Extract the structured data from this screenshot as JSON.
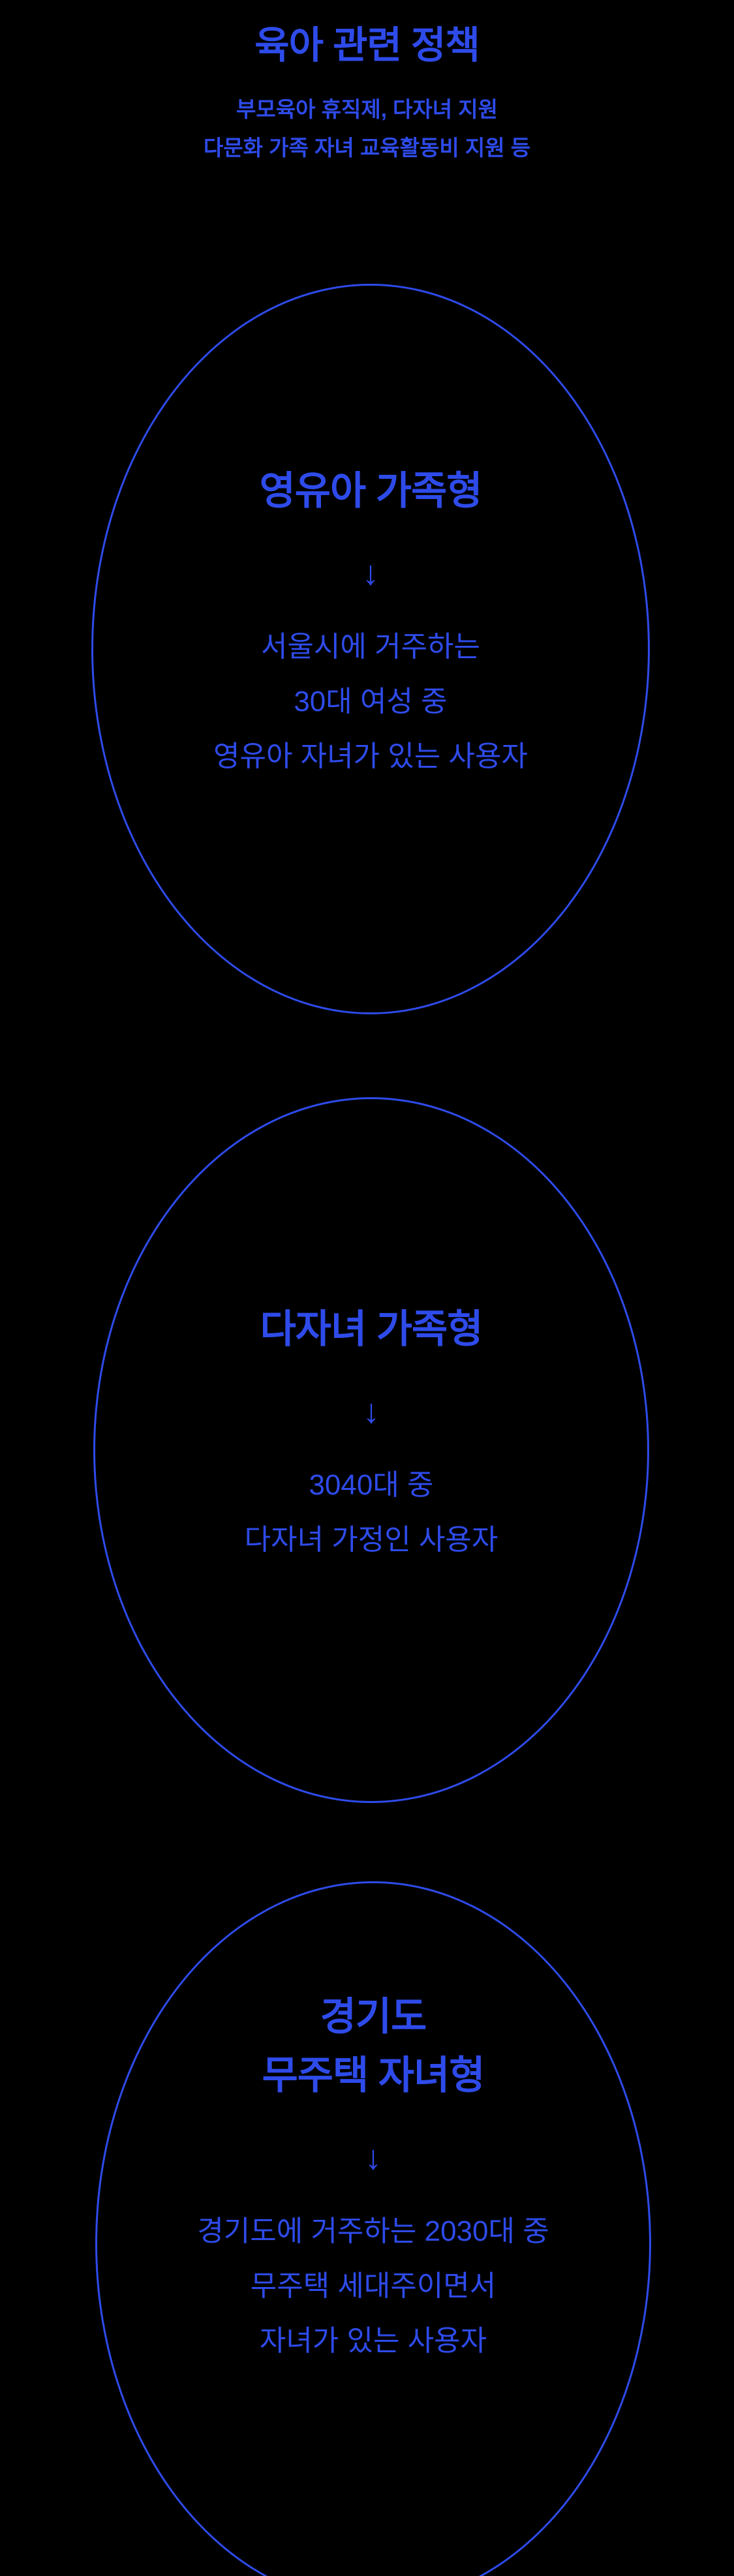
{
  "colors": {
    "background": "#000000",
    "accent": "#2E4BEA"
  },
  "header": {
    "title": "육아 관련 정책",
    "subtitle_lines": [
      "부모육아 휴직제, 다자녀 지원",
      "다문화 가족 자녀 교육활동비 지원 등"
    ]
  },
  "groups": [
    {
      "title_lines": [
        "영유아 가족형"
      ],
      "arrow": "↓",
      "body_lines": [
        "서울시에 거주하는",
        "30대 여성 중",
        "영유아 자녀가 있는 사용자"
      ]
    },
    {
      "title_lines": [
        "다자녀 가족형"
      ],
      "arrow": "↓",
      "body_lines": [
        "3040대 중",
        "다자녀 가정인 사용자"
      ]
    },
    {
      "title_lines": [
        "경기도",
        "무주택 자녀형"
      ],
      "arrow": "↓",
      "body_lines": [
        "경기도에 거주하는 2030대 중",
        "무주택 세대주이면서",
        "자녀가 있는 사용자"
      ]
    }
  ]
}
